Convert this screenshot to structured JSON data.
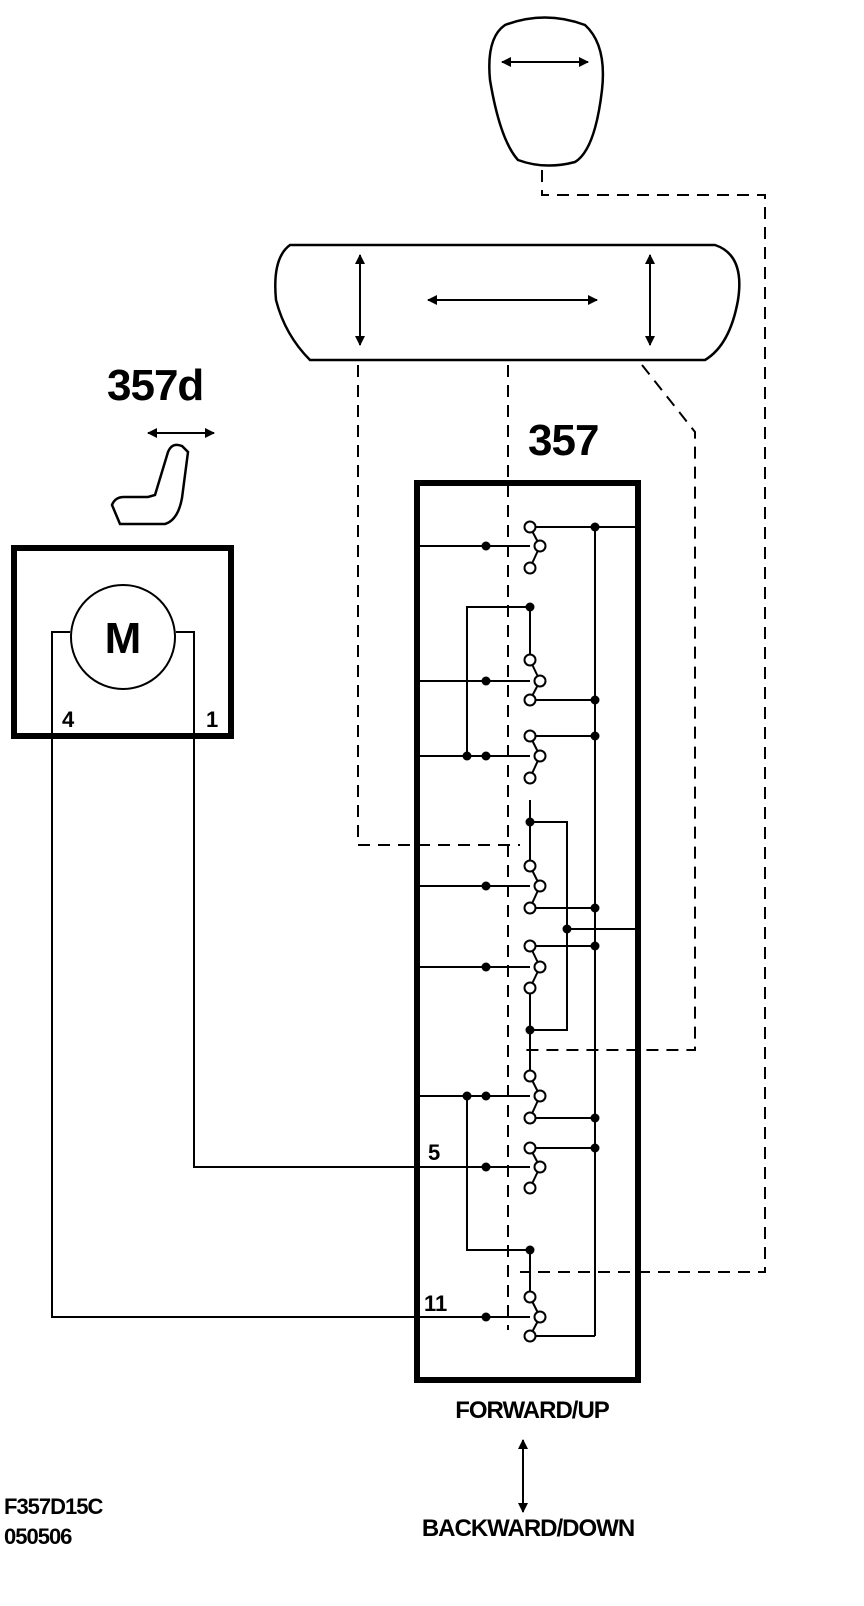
{
  "labels": {
    "seat_motor_ref": "357d",
    "switch_ref": "357",
    "motor_symbol": "M",
    "motor_pin_left": "4",
    "motor_pin_right": "1",
    "switch_pin_5": "5",
    "switch_pin_11": "11",
    "direction_up": "FORWARD/UP",
    "direction_down": "BACKWARD/DOWN",
    "figure_code": "F357D15C",
    "figure_date": "050506"
  },
  "icons": {
    "seat": "seat-icon",
    "motor": "motor-icon",
    "knob": "control-knob-icon",
    "rocker": "rocker-switch-icon"
  }
}
